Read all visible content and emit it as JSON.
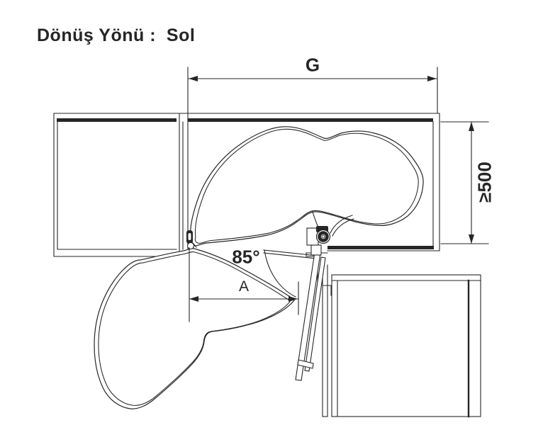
{
  "title": "Dönüş Yönü :  Sol",
  "labels": {
    "width": "G",
    "height": "≥500",
    "opening": "A",
    "angle": "85°"
  },
  "colors": {
    "line": "#262626",
    "background": "#ffffff"
  }
}
